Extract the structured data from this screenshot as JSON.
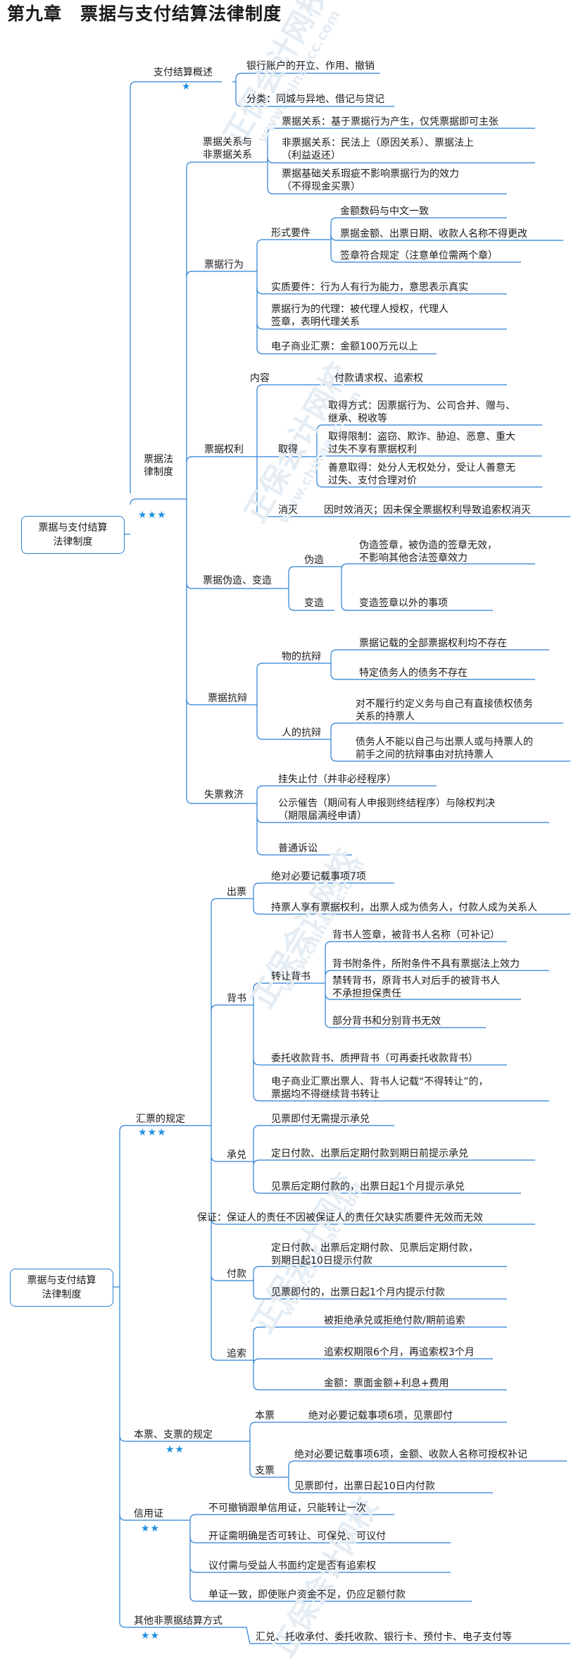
{
  "title": {
    "chapter": "第九章",
    "name": "票据与支付结算法律制度"
  },
  "part1": {
    "root": "票据与支付结算\n法律制度",
    "overview": {
      "label": "支付结算概述",
      "stars": "★",
      "items": [
        "银行账户的开立、作用、撤销",
        "分类：同城与异地、借记与贷记"
      ]
    },
    "law": {
      "label": "票据法\n律制度",
      "stars": "★★★",
      "relation": {
        "label": "票据关系与\n非票据关系",
        "items": [
          "票据关系：基于票据行为产生，仅凭票据即可主张",
          "非票据关系：民法上（原因关系）、票据法上\n（利益返还）",
          "票据基础关系瑕疵不影响票据行为的效力\n（不得现金买票）"
        ]
      },
      "act": {
        "label": "票据行为",
        "form_label": "形式要件",
        "form_items": [
          "金额数码与中文一致",
          "票据金额、出票日期、收款人名称不得更改",
          "签章符合规定（注意单位需两个章）"
        ],
        "items": [
          "实质要件：行为人有行为能力，意思表示真实",
          "票据行为的代理：被代理人授权，代理人\n签章，表明代理关系",
          "电子商业汇票：金额100万元以上"
        ]
      },
      "rights": {
        "label": "票据权利",
        "content_label": "内容",
        "content_value": "付款请求权、追索权",
        "obtain_label": "取得",
        "obtain_items": [
          "取得方式：因票据行为、公司合并、赠与、\n继承、税收等",
          "取得限制：盗窃、欺诈、胁迫、恶意、重大\n过失不享有票据权利",
          "善意取得：处分人无权处分，受让人善意无\n过失、支付合理对价"
        ],
        "extinct_label": "消灭",
        "extinct_value": "因时效消灭；因未保全票据权利导致追索权消灭"
      },
      "forge": {
        "label": "票据伪造、变造",
        "forge_label": "伪造",
        "forge_value": "伪造签章，被伪造的签章无效，\n不影响其他合法签章效力",
        "alter_label": "变造",
        "alter_value": "变造签章以外的事项"
      },
      "defense": {
        "label": "票据抗辩",
        "thing_label": "物的抗辩",
        "thing_items": [
          "票据记载的全部票据权利均不存在",
          "特定债务人的债务不存在"
        ],
        "person_label": "人的抗辩",
        "person_items": [
          "对不履行约定义务与自己有直接债权债务\n关系的持票人",
          "债务人不能以自己与出票人或与持票人的\n前手之间的抗辩事由对抗持票人"
        ]
      },
      "relief": {
        "label": "失票救济",
        "items": [
          "挂失止付（并非必经程序）",
          "公示催告（期间有人申报则终结程序）与除权判决\n（期限届满经申请）",
          "普通诉讼"
        ]
      }
    }
  },
  "part2": {
    "root": "票据与支付结算\n法律制度",
    "draft": {
      "label": "汇票的规定",
      "stars": "★★★",
      "issue": {
        "label": "出票",
        "items": [
          "绝对必要记载事项7项",
          "持票人享有票据权利，出票人成为债务人，付款人成为关系人"
        ]
      },
      "endorse": {
        "label": "背书",
        "transfer_label": "转让背书",
        "transfer_items": [
          "背书人签章，被背书人名称（可补记）",
          "背书附条件，所附条件不具有票据法上效力",
          "禁转背书，原背书人对后手的被背书人\n不承担担保责任",
          "部分背书和分别背书无效"
        ],
        "items": [
          "委托收款背书、质押背书（可再委托收款背书）",
          "电子商业汇票出票人、背书人记载“不得转让”的，\n票据均不得继续背书转让"
        ]
      },
      "accept": {
        "label": "承兑",
        "items": [
          "见票即付无需提示承兑",
          "定日付款、出票后定期付款到期日前提示承兑",
          "见票后定期付款的，出票日起1个月提示承兑"
        ]
      },
      "guarantee": "保证：保证人的责任不因被保证人的责任欠缺实质要件无效而无效",
      "payment": {
        "label": "付款",
        "items": [
          "定日付款、出票后定期付款、见票后定期付款，\n到期日起10日提示付款",
          "见票即付的，出票日起1个月内提示付款"
        ]
      },
      "recourse": {
        "label": "追索",
        "items": [
          "被拒绝承兑或拒绝付款/期前追索",
          "追索权期限6个月，再追索权3个月",
          "金额：票面金额+利息+费用"
        ]
      }
    },
    "note_check": {
      "label": "本票、支票的规定",
      "stars": "★★",
      "note": {
        "label": "本票",
        "value": "绝对必要记载事项6项，见票即付"
      },
      "check": {
        "label": "支票",
        "items": [
          "绝对必要记载事项6项，金额、收款人名称可授权补记",
          "见票即付，出票日起10日内付款"
        ]
      }
    },
    "credit": {
      "label": "信用证",
      "stars": "★★",
      "items": [
        "不可撤销跟单信用证，只能转让一次",
        "开证需明确是否可转让、可保兑、可议付",
        "议付需与受益人书面约定是否有追索权",
        "单证一致，即使账户资金不足，仍应足额付款"
      ]
    },
    "other": {
      "label": "其他非票据结算方式",
      "stars": "★★",
      "value": "汇兑、托收承付、委托收款、银行卡、预付卡、电子支付等"
    }
  },
  "watermark": {
    "text": "正保会计网校",
    "url": "www.chinaacc.com"
  },
  "colors": {
    "line": "#2a7fd4",
    "star": "#1d8fe0"
  }
}
